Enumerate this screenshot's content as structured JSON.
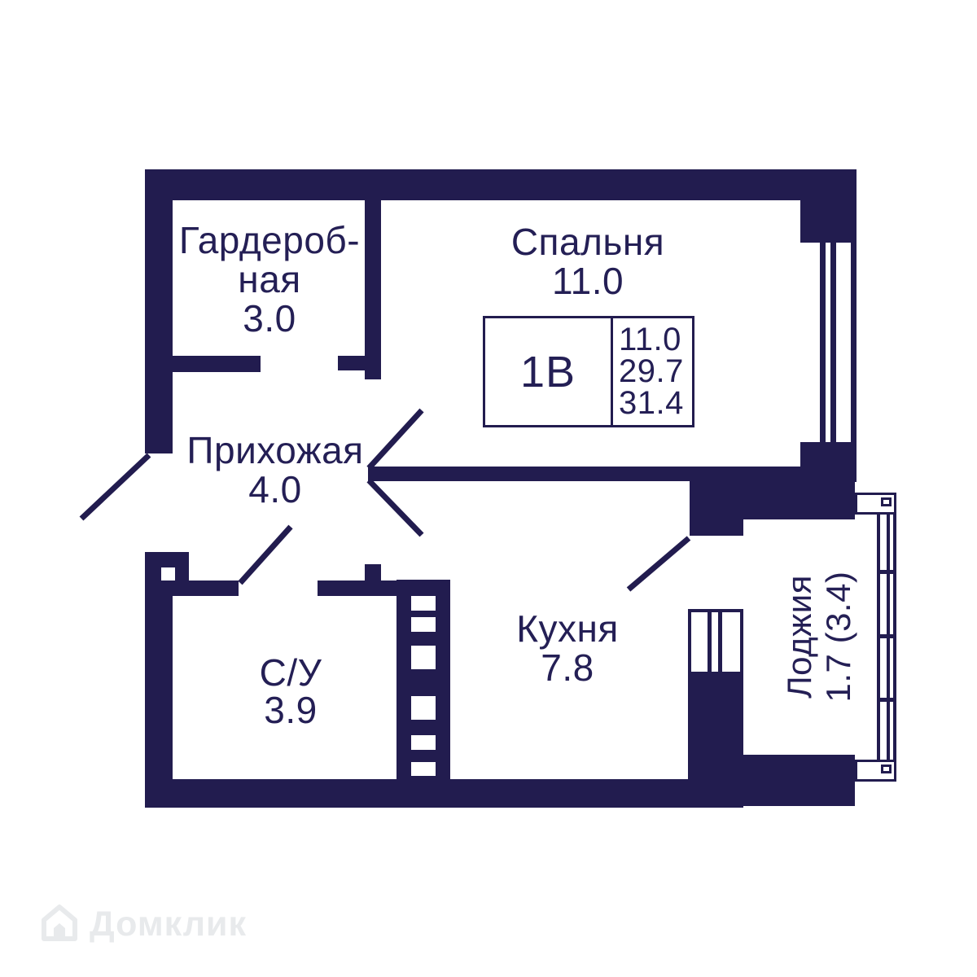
{
  "plan": {
    "unit_label": "1В",
    "unit_stats": [
      "11.0",
      "29.7",
      "31.4"
    ],
    "rooms": {
      "wardrobe": {
        "name_line1": "Гардероб-",
        "name_line2": "ная",
        "area": "3.0"
      },
      "bedroom": {
        "name": "Спальня",
        "area": "11.0"
      },
      "hallway": {
        "name": "Прихожая",
        "area": "4.0"
      },
      "bathroom": {
        "name": "С/У",
        "area": "3.9"
      },
      "kitchen": {
        "name": "Кухня",
        "area": "7.8"
      },
      "loggia": {
        "name": "Лоджия",
        "area": "1.7 (3.4)"
      }
    }
  },
  "watermark": {
    "brand": "Домклик"
  },
  "colors": {
    "wall": "#221c4f",
    "label_text": "#241f55",
    "watermark": "#e8eaec",
    "background": "#ffffff"
  }
}
